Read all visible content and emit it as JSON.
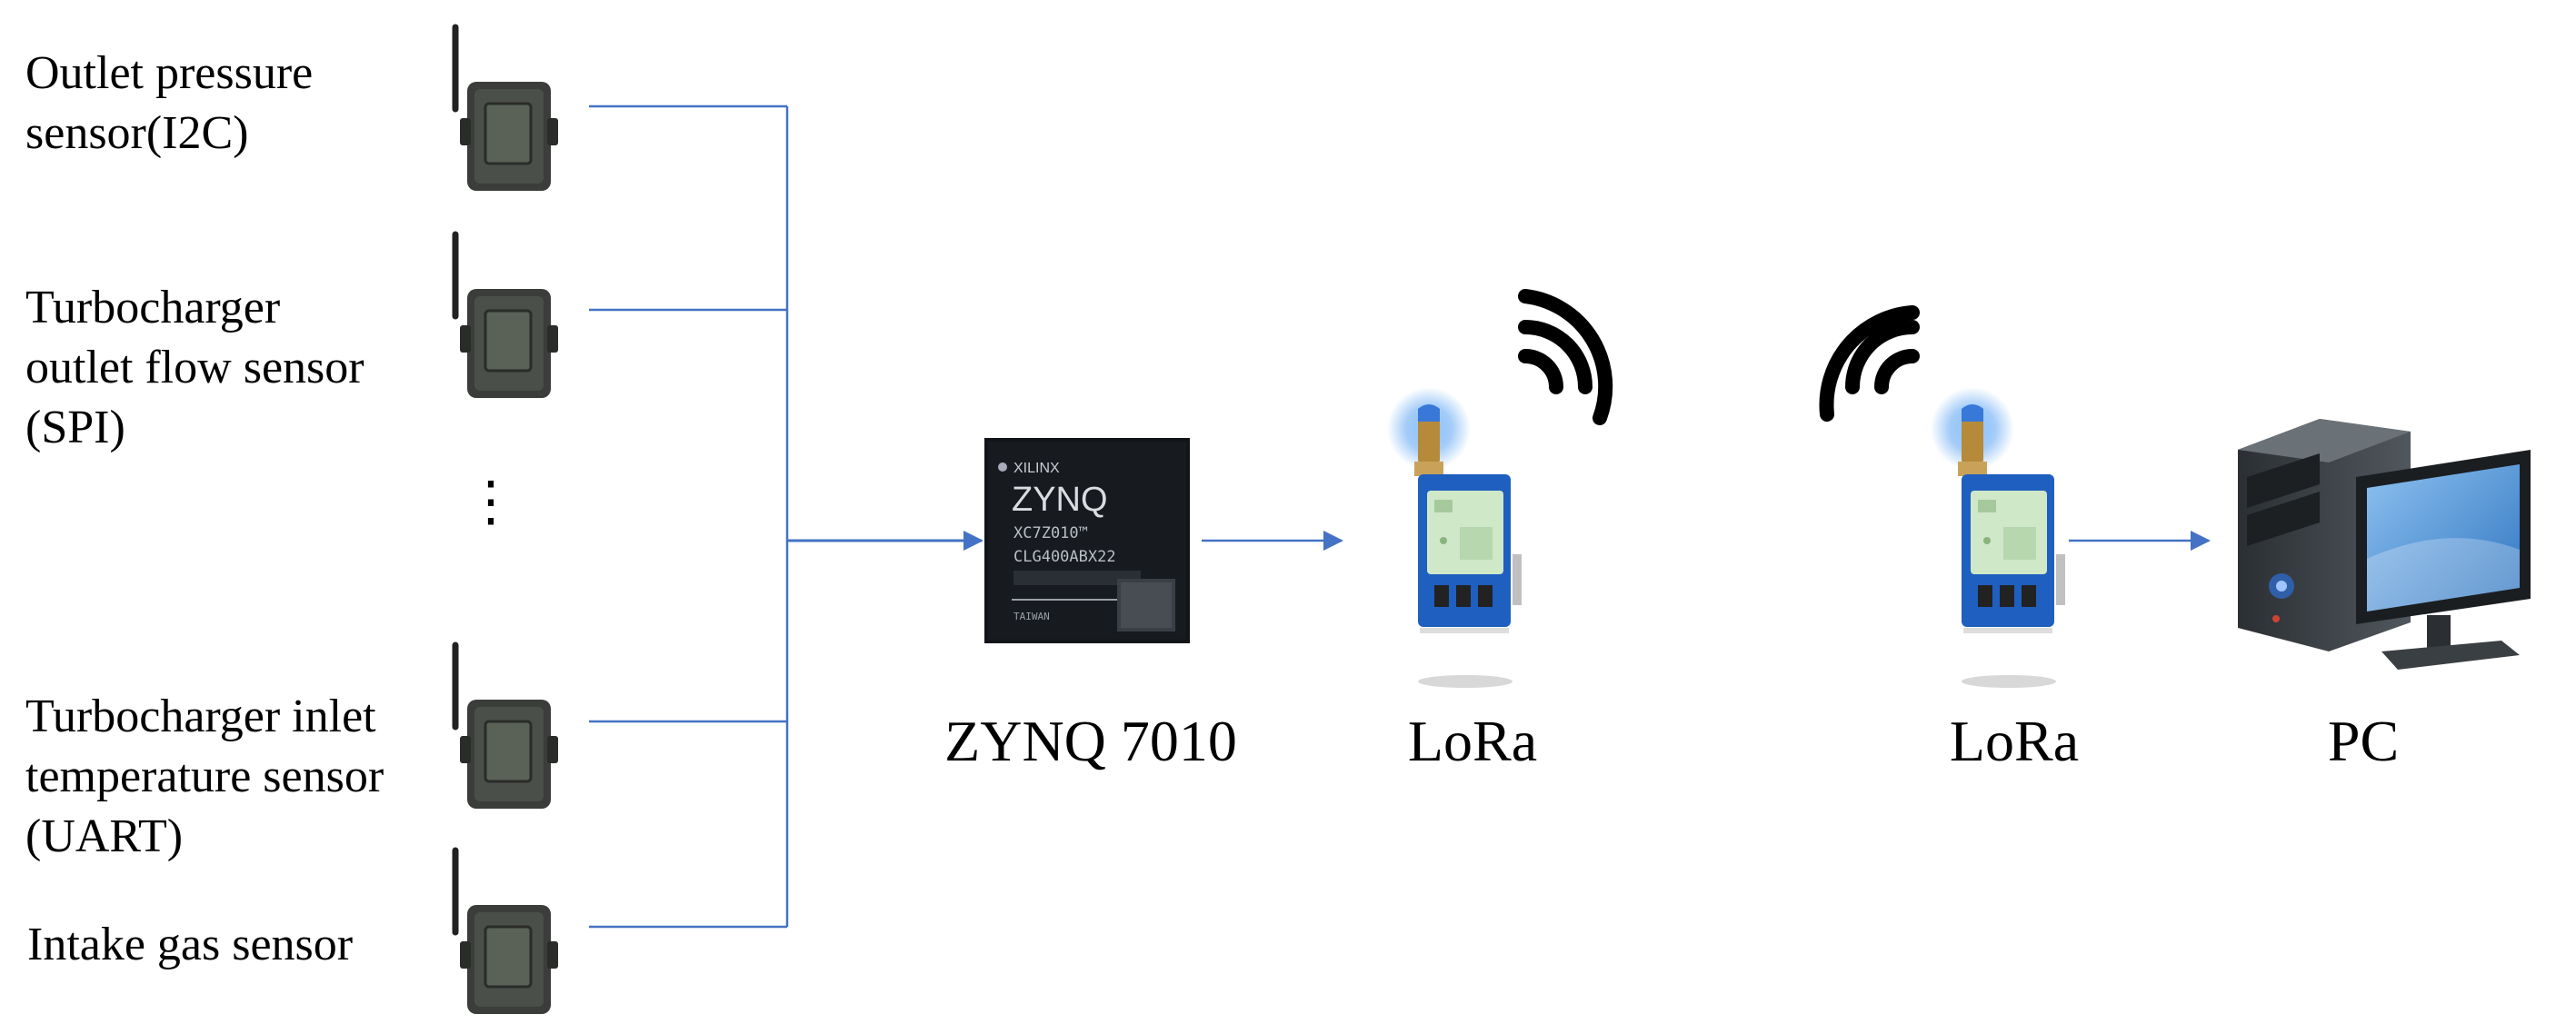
{
  "sensors": [
    {
      "line1": "Outlet pressure",
      "line2": "sensor(I2C)",
      "line3": ""
    },
    {
      "line1": "Turbocharger",
      "line2": "outlet flow sensor",
      "line3": "(SPI)"
    },
    {
      "line1": "Turbocharger inlet",
      "line2": "temperature sensor",
      "line3": "(UART)"
    },
    {
      "line1": "Intake gas sensor",
      "line2": "",
      "line3": ""
    }
  ],
  "ellipsis": "⋮",
  "devices": {
    "fpga": "ZYNQ 7010",
    "lora_tx": "LoRa",
    "lora_rx": "LoRa",
    "pc": "PC"
  },
  "chip_markings": {
    "brand": "XILINX",
    "model": "ZYNQ",
    "part": "XC7Z010™",
    "package": "CLG400ABX22",
    "origin": "TAIWAN"
  },
  "colors": {
    "connector": "#4472C4",
    "sensor_box": "#3a3d3a",
    "sensor_screen": "#5a6257",
    "chip": "#111418",
    "pcb": "#1f5fbf",
    "module": "#cfe8c8",
    "pc_screen": "#4b8fd6"
  },
  "icons": {
    "sensor": "wireless-sensor-icon",
    "fpga": "zynq-chip-icon",
    "lora": "lora-module-icon",
    "signal": "wireless-signal-icon",
    "pc": "desktop-computer-icon"
  }
}
